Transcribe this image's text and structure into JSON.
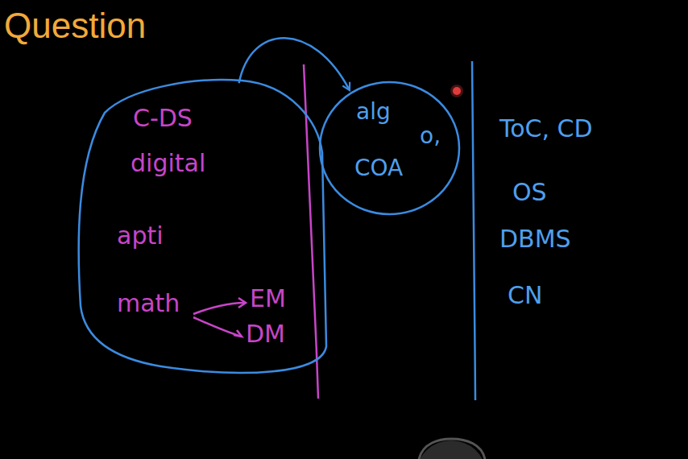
{
  "diagram": {
    "title": "Question",
    "nodes": [
      {
        "text": [
          "C-DS",
          "digital",
          "apti",
          "math",
          "EM",
          "DM"
        ]
      },
      {
        "text": [
          "alg",
          "o,",
          "COA"
        ]
      }
    ],
    "edges": [
      {
        "from": 0,
        "to": 1,
        "arrow": "to"
      }
    ],
    "labels": [
      "ToC, CD",
      "OS",
      "DBMS",
      "CN"
    ]
  }
}
